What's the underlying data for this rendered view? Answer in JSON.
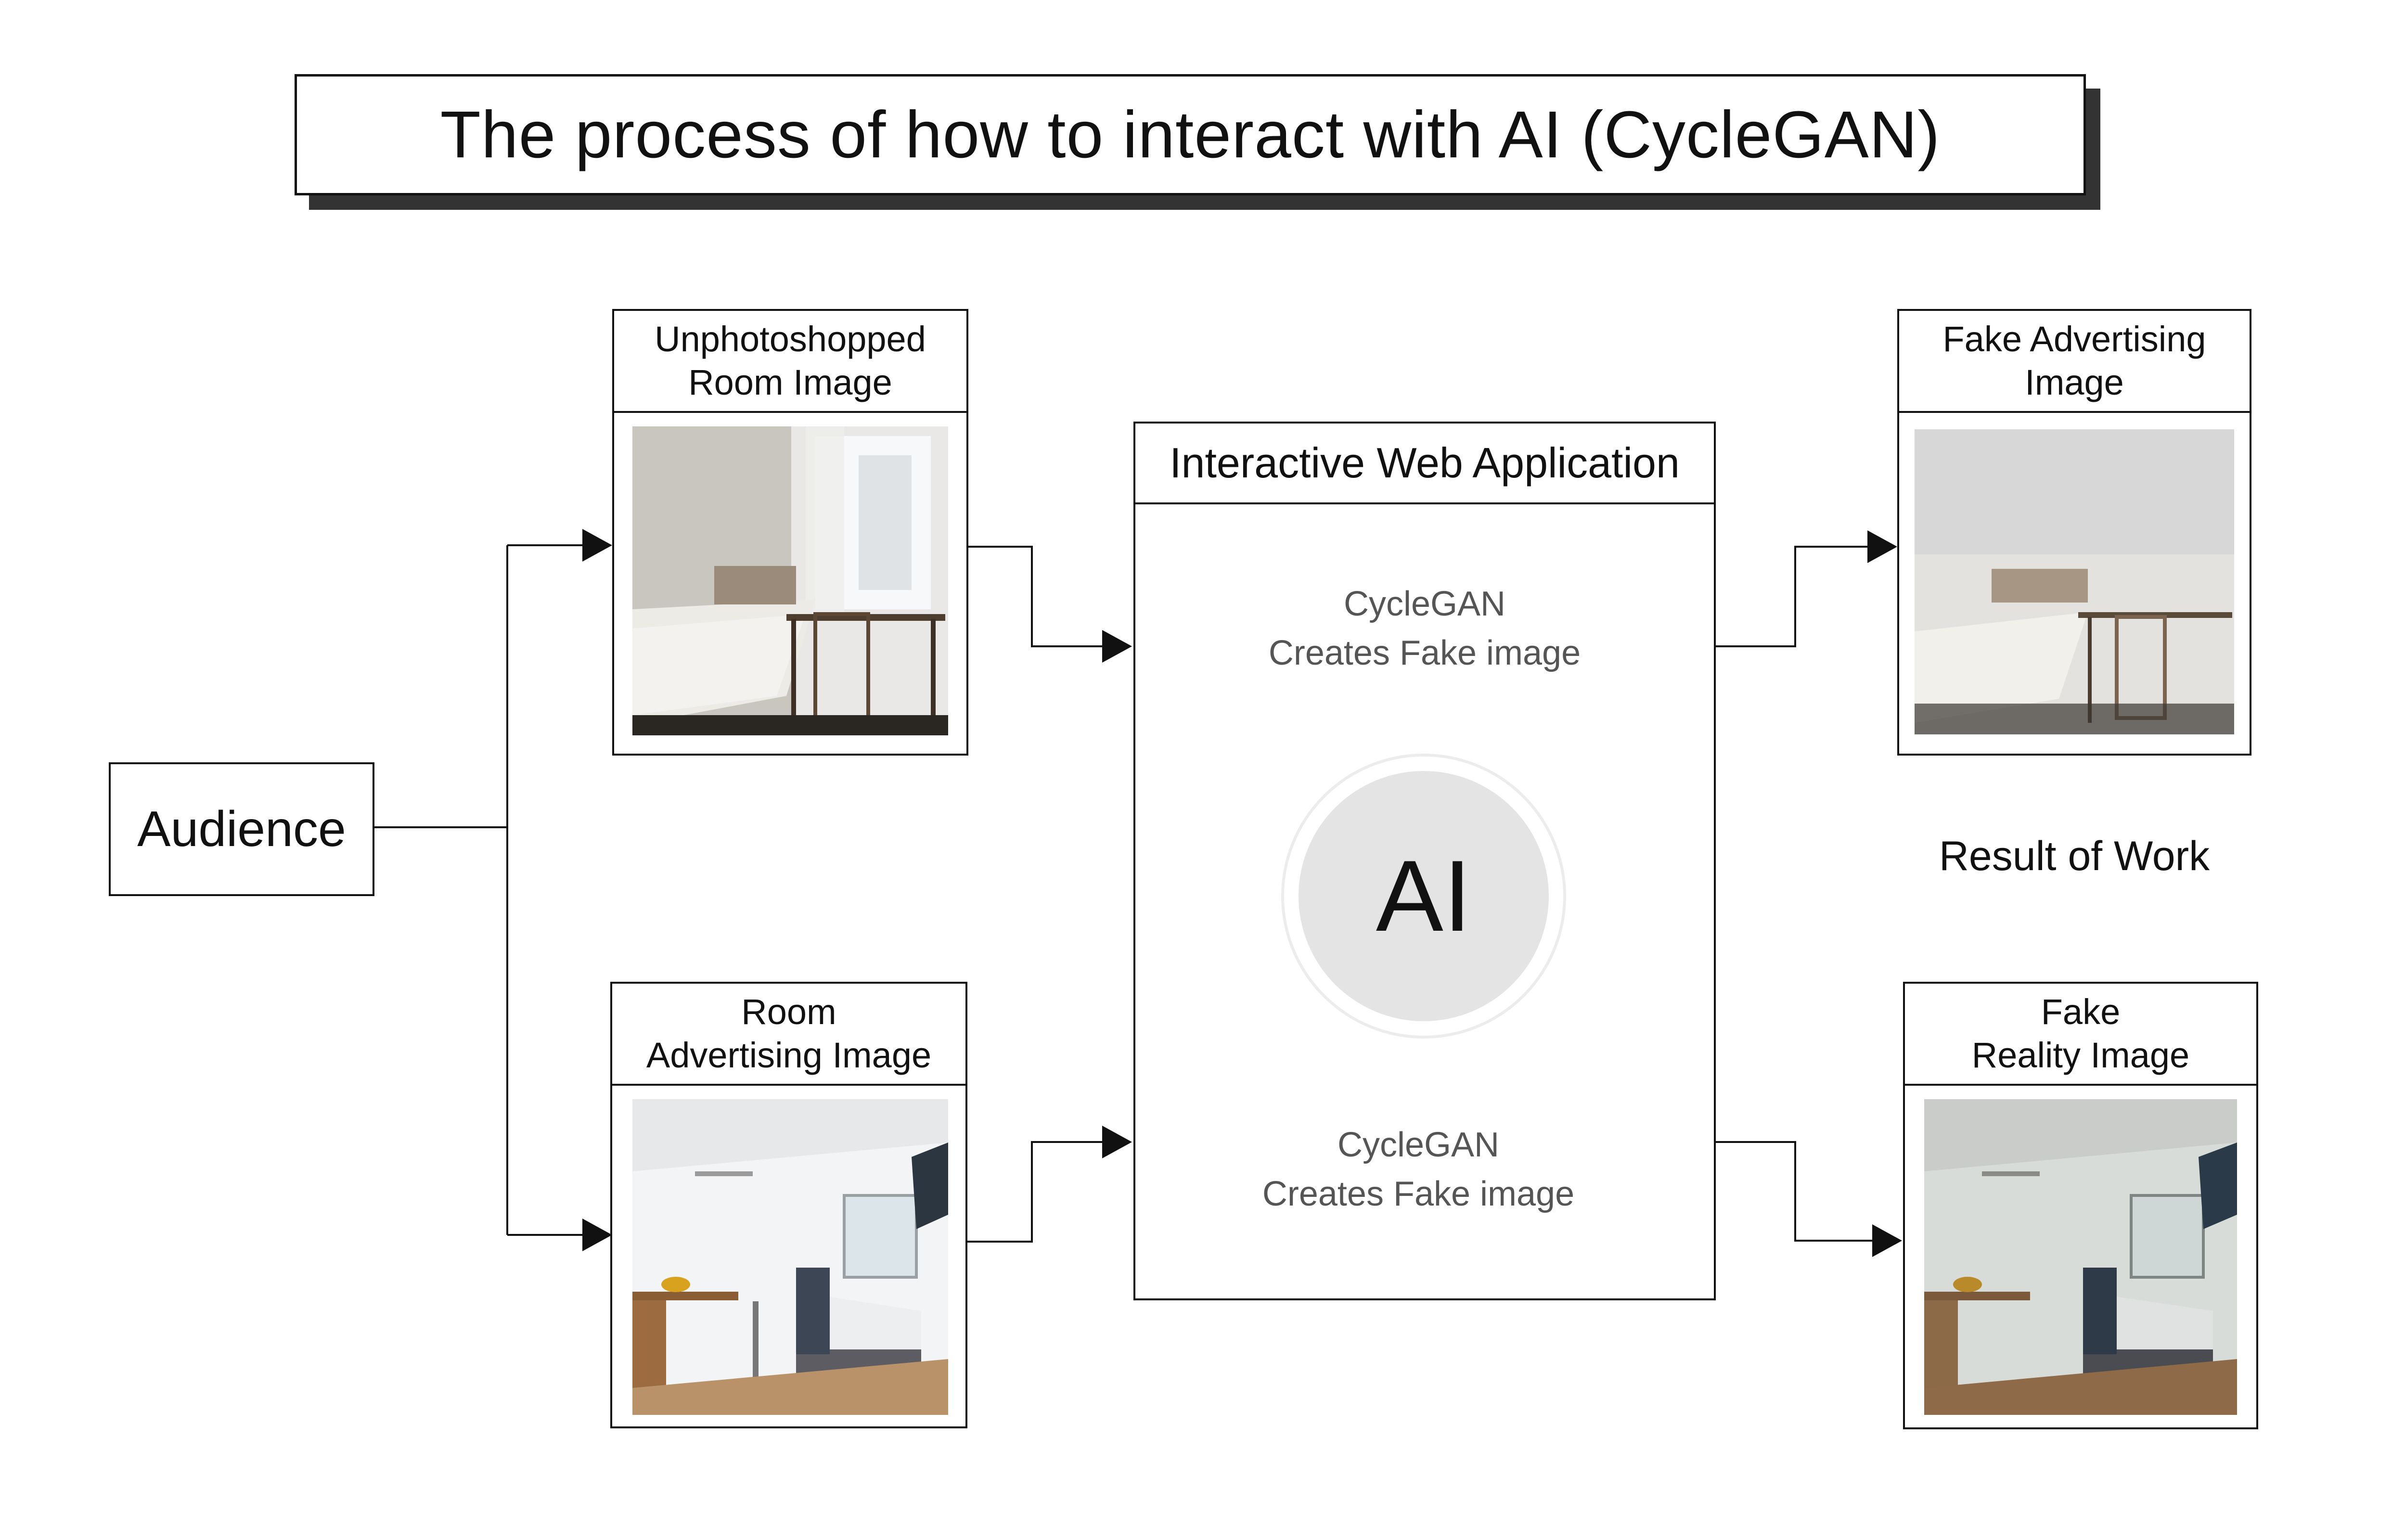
{
  "title": "The process of how to interact with AI (CycleGAN)",
  "audience": {
    "label": "Audience"
  },
  "inputs": {
    "unphotoshopped": {
      "label": "Unphotoshopped\nRoom Image"
    },
    "advertising": {
      "label": "Room\nAdvertising Image"
    }
  },
  "app": {
    "title": "Interactive Web Application",
    "step_top": "CycleGAN\nCreates Fake image",
    "step_bottom": "CycleGAN\nCreates Fake image",
    "ai_label": "AI"
  },
  "outputs": {
    "fake_advertising": {
      "label": "Fake Advertising\nImage"
    },
    "fake_reality": {
      "label": "Fake\nReality Image"
    }
  },
  "result_label": "Result of Work",
  "colors": {
    "line": "#111111",
    "muted_arrow": "#aaaaaa",
    "ai_circle": "#e4e4e4",
    "step_text": "#555555"
  }
}
